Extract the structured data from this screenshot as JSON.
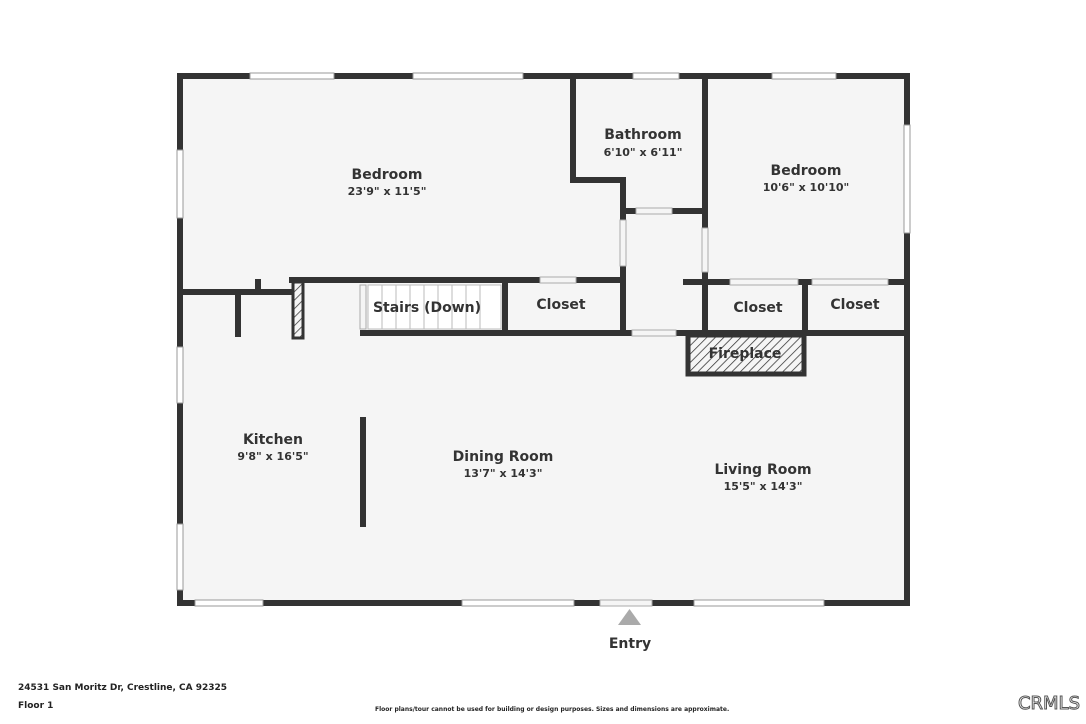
{
  "rooms": {
    "bedroom_main": {
      "name": "Bedroom",
      "dims": "23'9\" x 11'5\""
    },
    "bathroom": {
      "name": "Bathroom",
      "dims": "6'10\" x 6'11\""
    },
    "bedroom_second": {
      "name": "Bedroom",
      "dims": "10'6\" x 10'10\""
    },
    "stairs": {
      "name": "Stairs (Down)"
    },
    "closet_1": {
      "name": "Closet"
    },
    "closet_2": {
      "name": "Closet"
    },
    "closet_3": {
      "name": "Closet"
    },
    "fireplace": {
      "name": "Fireplace"
    },
    "kitchen": {
      "name": "Kitchen",
      "dims": "9'8\" x 16'5\""
    },
    "dining": {
      "name": "Dining Room",
      "dims": "13'7\" x 14'3\""
    },
    "living": {
      "name": "Living Room",
      "dims": "15'5\" x 14'3\""
    }
  },
  "entry_label": "Entry",
  "footer": {
    "address": "24531 San Moritz Dr, Crestline, CA 92325",
    "floor": "Floor 1",
    "disclaimer": "Floor plans/tour cannot be used for building or design purposes. Sizes and dimensions are approximate.",
    "brand": "CRMLS"
  },
  "colors": {
    "wall": "#333333",
    "floor": "#f5f5f5",
    "window": "#ffffff"
  }
}
